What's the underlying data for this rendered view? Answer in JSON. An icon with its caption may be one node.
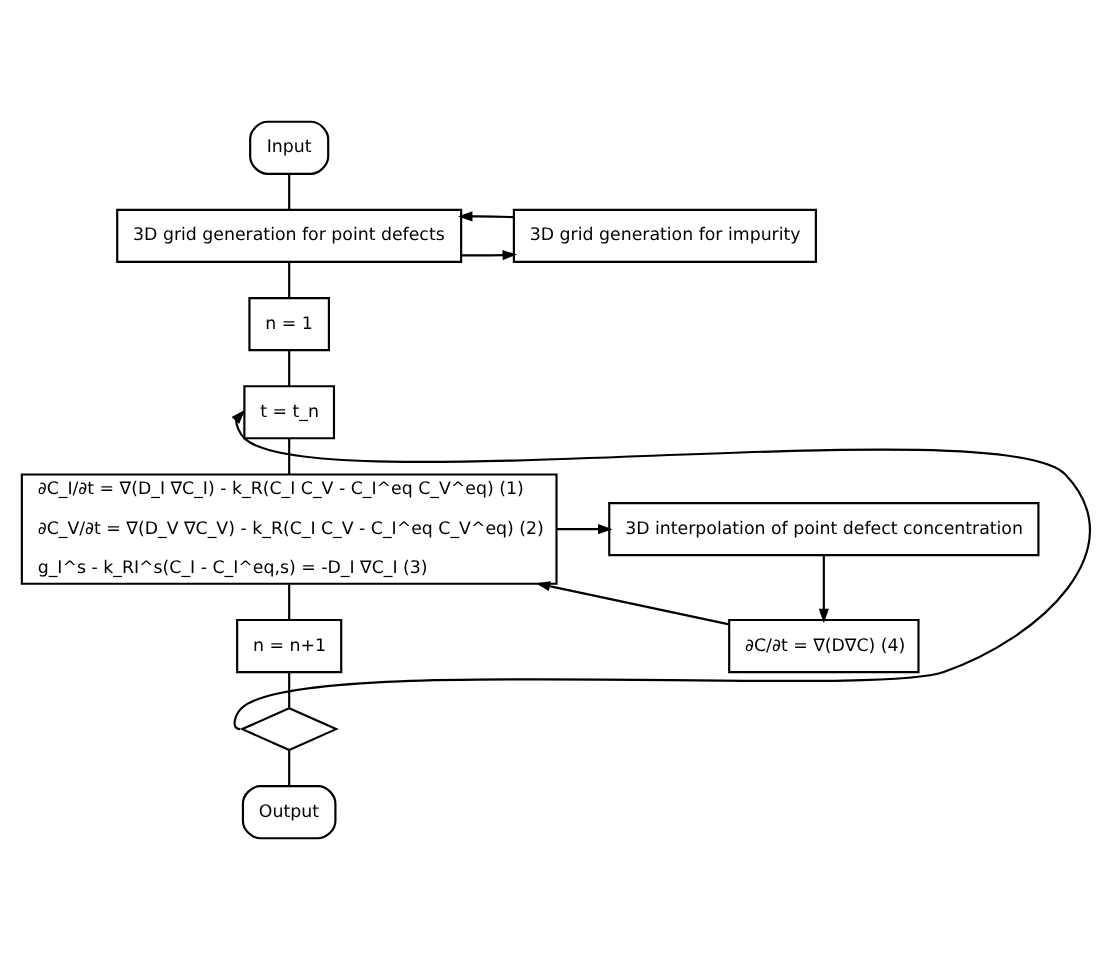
{
  "diagram": {
    "nodes": [
      {
        "text": [
          "Input"
        ]
      },
      {
        "text": [
          "3D grid generation for point defects"
        ]
      },
      {
        "text": [
          "3D grid generation for impurity"
        ]
      },
      {
        "text": [
          "n = 1"
        ]
      },
      {
        "text": [
          "t = t_n"
        ]
      },
      {
        "text": [
          "∂C_I/∂t = ∇(D_I ∇C_I) - k_R(C_I C_V - C_I^eq C_V^eq) (1)",
          "∂C_V/∂t = ∇(D_V ∇C_V) - k_R(C_I C_V - C_I^eq C_V^eq) (2)",
          "g_I^s - k_RI^s(C_I - C_I^eq,s) = -D_I ∇C_I (3)"
        ]
      },
      {
        "text": [
          "3D interpolation of point defect concentration"
        ]
      },
      {
        "text": [
          "∂C/∂t = ∇(D∇C) (4)"
        ]
      },
      {
        "text": [
          "n = n+1"
        ]
      },
      {
        "text": [],
        "shape": "diamond"
      },
      {
        "text": [
          "Output"
        ]
      }
    ],
    "edges": [
      {
        "from": 0,
        "to": 1,
        "arrow": "none"
      },
      {
        "from": 1,
        "to": 2,
        "arrow": "to"
      },
      {
        "from": 2,
        "to": 1,
        "arrow": "to"
      },
      {
        "from": 1,
        "to": 3,
        "arrow": "none"
      },
      {
        "from": 3,
        "to": 4,
        "arrow": "none"
      },
      {
        "from": 4,
        "to": 5,
        "arrow": "none"
      },
      {
        "from": 5,
        "to": 6,
        "arrow": "to"
      },
      {
        "from": 6,
        "to": 7,
        "arrow": "to"
      },
      {
        "from": 7,
        "to": 5,
        "arrow": "to"
      },
      {
        "from": 5,
        "to": 8,
        "arrow": "none"
      },
      {
        "from": 8,
        "to": 9,
        "arrow": "none"
      },
      {
        "from": 9,
        "to": 4,
        "arrow": "to"
      },
      {
        "from": 9,
        "to": 10,
        "arrow": "none"
      }
    ]
  }
}
